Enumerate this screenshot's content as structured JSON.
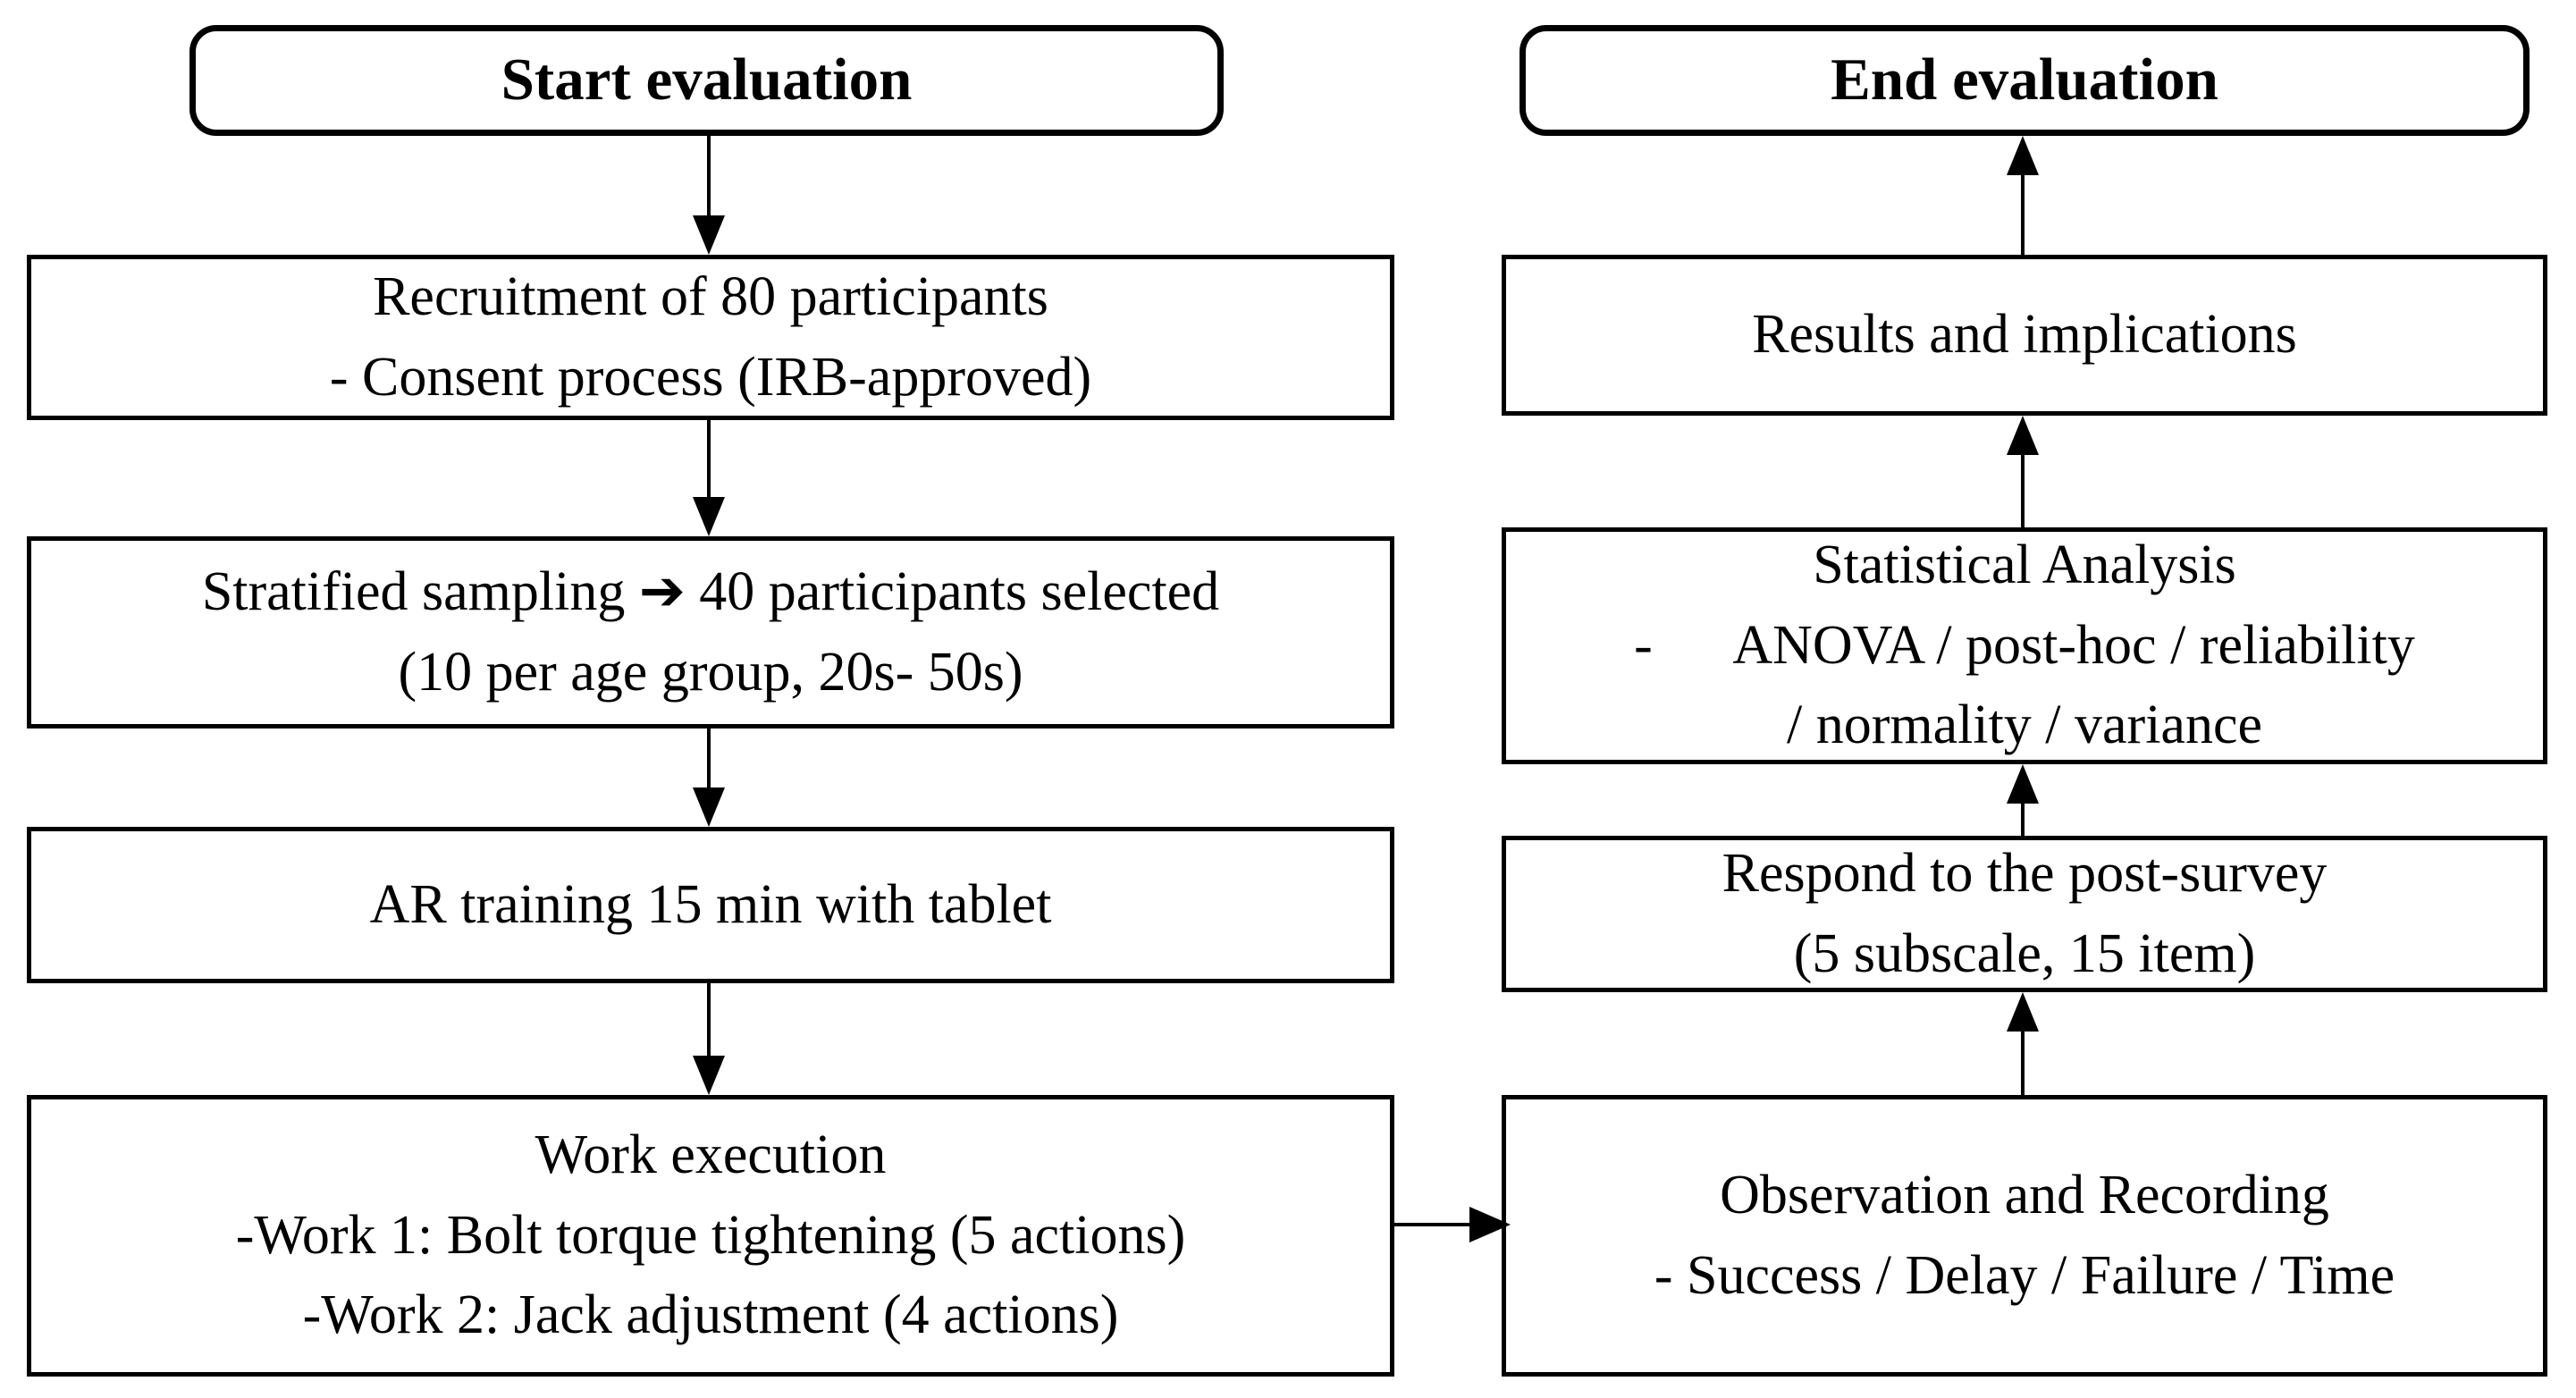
{
  "flow": {
    "title": "Evaluation procedure flowchart",
    "colors": {
      "line": "#000000",
      "background": "#ffffff",
      "text": "#000000"
    },
    "left_column": {
      "start_label": "Start evaluation",
      "boxes": [
        {
          "id": "recruitment",
          "lines": [
            "Recruitment of 80 participants",
            "- Consent process (IRB-approved)"
          ]
        },
        {
          "id": "stratified-sampling",
          "lines": [
            "Stratified sampling ➔ 40 participants selected",
            "(10 per age group, 20s- 50s)"
          ]
        },
        {
          "id": "ar-training",
          "lines": [
            "AR training 15 min with tablet"
          ]
        },
        {
          "id": "work-execution",
          "lines": [
            "Work execution",
            "-Work 1: Bolt torque tightening (5 actions)",
            "-Work 2: Jack adjustment (4 actions)"
          ]
        }
      ]
    },
    "right_column": {
      "end_label": "End evaluation",
      "boxes": [
        {
          "id": "results",
          "lines": [
            "Results and implications"
          ]
        },
        {
          "id": "statistical-analysis",
          "lines": [
            "Statistical Analysis",
            "-      ANOVA / post-hoc / reliability",
            "/ normality / variance"
          ]
        },
        {
          "id": "post-survey",
          "lines": [
            "Respond to the post-survey",
            "(5 subscale, 15 item)"
          ]
        },
        {
          "id": "observation",
          "lines": [
            "Observation and Recording",
            "- Success / Delay / Failure / Time"
          ]
        }
      ]
    }
  }
}
